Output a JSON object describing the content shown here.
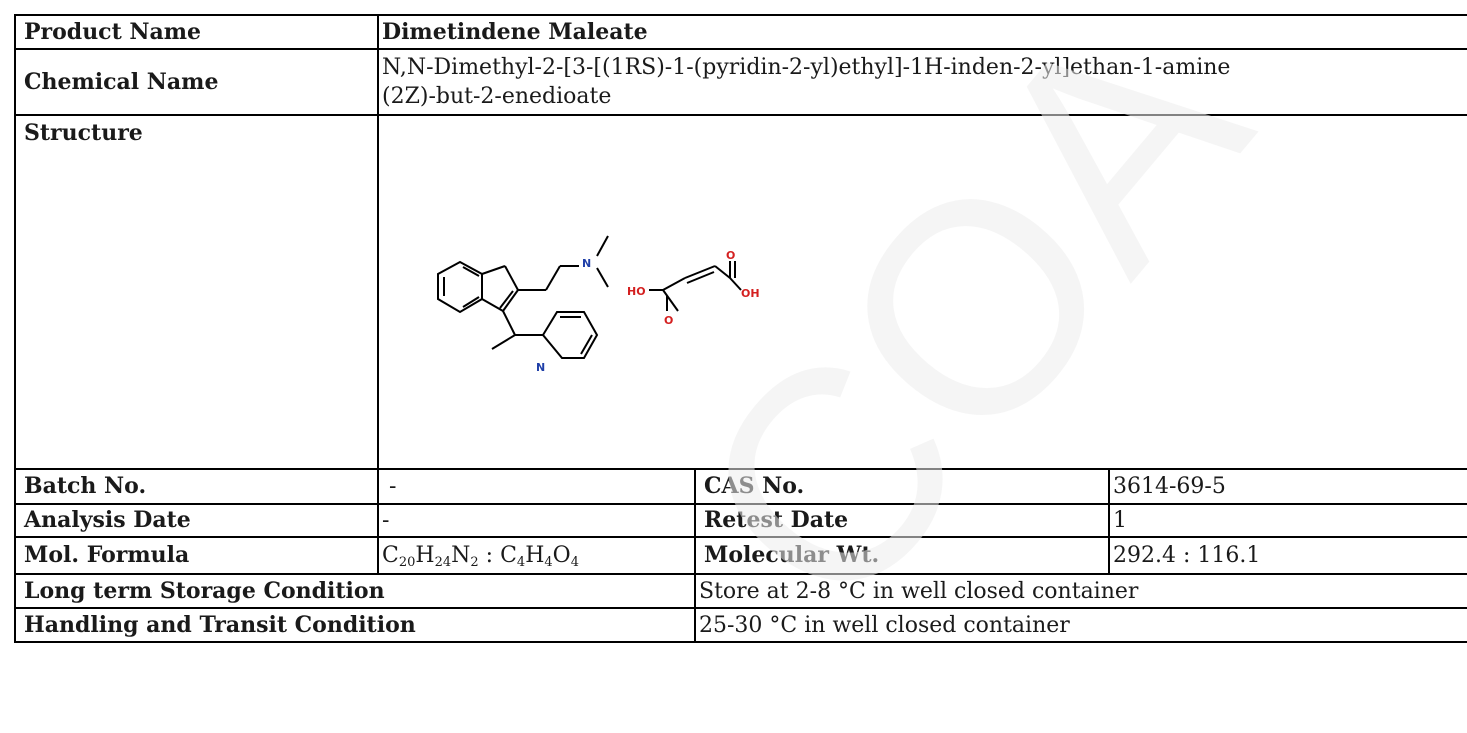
{
  "rows": {
    "product_name": {
      "label": "Product Name",
      "value": "Dimetindene Maleate"
    },
    "chemical_name": {
      "label": "Chemical Name",
      "value_line1": "N,N-Dimethyl-2-[3-[(1RS)-1-(pyridin-2-yl)ethyl]-1H-inden-2-yl]ethan-1-amine",
      "value_line2": "(2Z)-but-2-enedioate"
    },
    "structure": {
      "label": "Structure",
      "atom_labels": {
        "amine_n": "N",
        "pyridine_n": "N",
        "ho": "HO",
        "oh": "OH",
        "o_top": "O",
        "o_bottom": "O"
      }
    },
    "batch": {
      "label": "Batch No.",
      "value": "-",
      "label2": "CAS No.",
      "value2": "3614-69-5"
    },
    "analysis": {
      "label": "Analysis Date",
      "value": "-",
      "label2": "Retest Date",
      "value2": "1"
    },
    "formula": {
      "label": "Mol. Formula",
      "parts": [
        {
          "el": "C",
          "n": "20"
        },
        {
          "el": "H",
          "n": "24"
        },
        {
          "el": "N",
          "n": "2"
        }
      ],
      "separator": " : ",
      "parts2": [
        {
          "el": "C",
          "n": "4"
        },
        {
          "el": "H",
          "n": "4"
        },
        {
          "el": "O",
          "n": "4"
        }
      ],
      "label2": "Molecular Wt.",
      "value2": "292.4 : 116.1"
    },
    "storage": {
      "label": "Long term Storage Condition",
      "value": "Store at 2-8 °C in well closed container"
    },
    "handling": {
      "label": "Handling and Transit Condition",
      "value": "25-30 °C in well closed container"
    }
  },
  "watermark": {
    "text": "COA",
    "color": "#ececec"
  }
}
